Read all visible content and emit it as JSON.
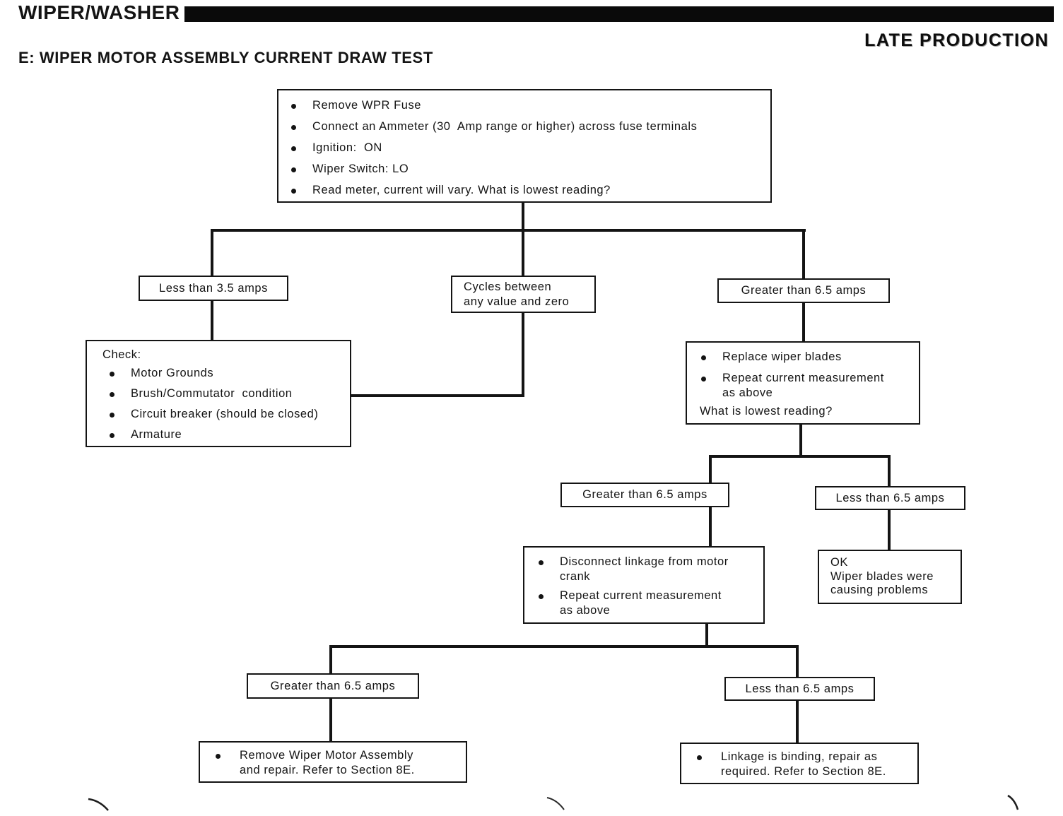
{
  "page": {
    "title": "WIPER/WASHER",
    "stamp": "LATE PRODUCTION",
    "section_title": "E: WIPER MOTOR ASSEMBLY CURRENT DRAW TEST"
  },
  "flowchart": {
    "colors": {
      "ink": "#141414",
      "paper": "#ffffff"
    },
    "start": {
      "bullets": [
        "Remove WPR Fuse",
        "Connect an Ammeter (30  Amp range or higher) across fuse terminals",
        "Ignition:  ON",
        "Wiper Switch: LO",
        "Read meter, current will vary. What is lowest reading?"
      ]
    },
    "branch_initial": {
      "less_than_3_5": "Less than 3.5 amps",
      "cycles": "Cycles between\nany value and zero",
      "greater_than_6_5": "Greater than 6.5 amps"
    },
    "check": {
      "title": "Check:",
      "bullets": [
        "Motor Grounds",
        "Brush/Commutator  condition",
        "Circuit breaker (should be closed)",
        "Armature"
      ]
    },
    "replace_blades": {
      "bullets": [
        "Replace wiper blades",
        "Repeat current measurement\nas above"
      ],
      "question": "What is lowest reading?"
    },
    "branch_after_blades": {
      "greater": "Greater than 6.5 amps",
      "less": "Less than 6.5 amps"
    },
    "disconnect_linkage": {
      "bullets": [
        "Disconnect linkage from motor\ncrank",
        "Repeat current measurement\nas above"
      ]
    },
    "ok_result": {
      "text": "OK\nWiper blades were\ncausing problems"
    },
    "branch_after_linkage": {
      "greater": "Greater than 6.5 amps",
      "less": "Less than 6.5 amps"
    },
    "remove_motor": {
      "bullets": [
        "Remove Wiper Motor Assembly\nand repair. Refer to Section 8E."
      ]
    },
    "linkage_binding": {
      "bullets": [
        "Linkage is binding, repair as\nrequired. Refer to Section 8E."
      ]
    }
  }
}
